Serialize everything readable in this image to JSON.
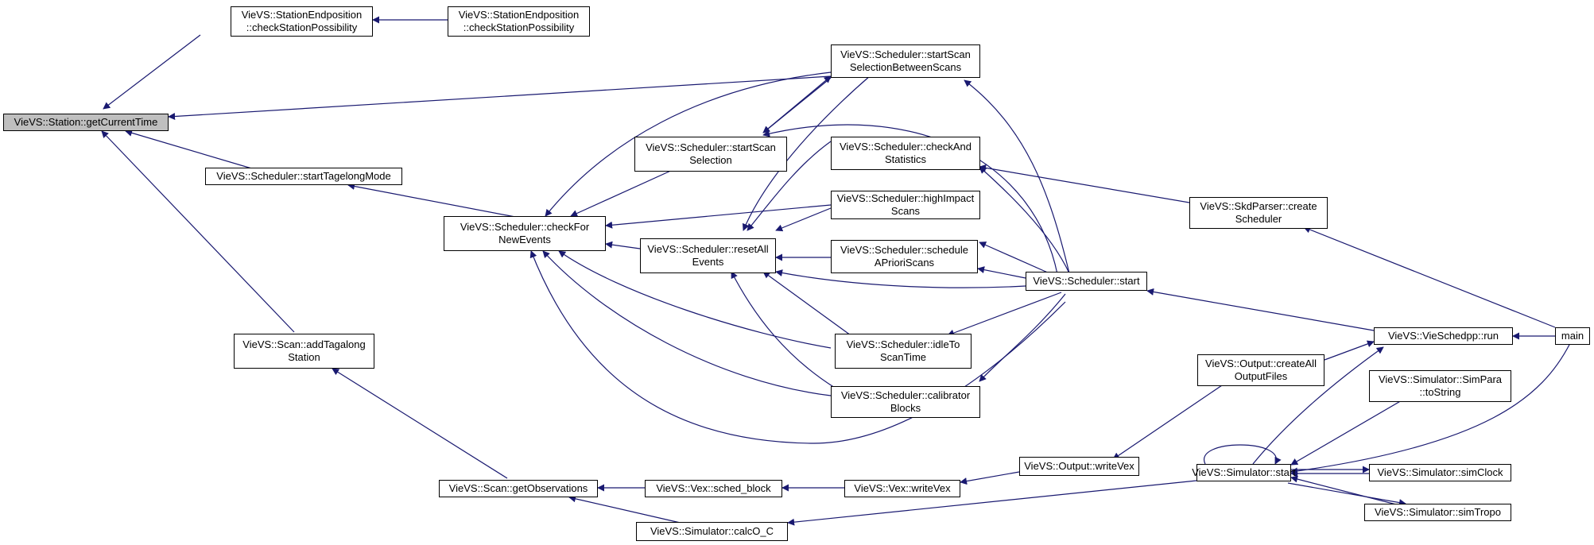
{
  "colors": {
    "edge": "#191970",
    "root_fill": "#bfbfbf",
    "node_fill": "#ffffff",
    "border": "#000000"
  },
  "nodes": [
    {
      "id": "getCurrentTime",
      "lines": [
        "VieVS::Station::getCurrentTime"
      ],
      "current": true
    },
    {
      "id": "sep1",
      "lines": [
        "VieVS::StationEndposition",
        "::checkStationPossibility"
      ]
    },
    {
      "id": "sep2",
      "lines": [
        "VieVS::StationEndposition",
        "::checkStationPossibility"
      ]
    },
    {
      "id": "tagMode",
      "lines": [
        "VieVS::Scheduler::startTagelongMode"
      ]
    },
    {
      "id": "cfne",
      "lines": [
        "VieVS::Scheduler::checkFor",
        "NewEvents"
      ]
    },
    {
      "id": "sss",
      "lines": [
        "VieVS::Scheduler::startScan",
        "Selection"
      ]
    },
    {
      "id": "ssbs",
      "lines": [
        "VieVS::Scheduler::startScan",
        "SelectionBetweenScans"
      ]
    },
    {
      "id": "cas",
      "lines": [
        "VieVS::Scheduler::checkAnd",
        "Statistics"
      ]
    },
    {
      "id": "his",
      "lines": [
        "VieVS::Scheduler::highImpact",
        "Scans"
      ]
    },
    {
      "id": "rae",
      "lines": [
        "VieVS::Scheduler::resetAll",
        "Events"
      ]
    },
    {
      "id": "saps",
      "lines": [
        "VieVS::Scheduler::schedule",
        "APrioriScans"
      ]
    },
    {
      "id": "its",
      "lines": [
        "VieVS::Scheduler::idleTo",
        "ScanTime"
      ]
    },
    {
      "id": "cb",
      "lines": [
        "VieVS::Scheduler::calibrator",
        "Blocks"
      ]
    },
    {
      "id": "sstart",
      "lines": [
        "VieVS::Scheduler::start"
      ]
    },
    {
      "id": "skd",
      "lines": [
        "VieVS::SkdParser::create",
        "Scheduler"
      ]
    },
    {
      "id": "run",
      "lines": [
        "VieVS::VieSchedpp::run"
      ]
    },
    {
      "id": "main",
      "lines": [
        "main"
      ]
    },
    {
      "id": "ats",
      "lines": [
        "VieVS::Scan::addTagalong",
        "Station"
      ]
    },
    {
      "id": "gobs",
      "lines": [
        "VieVS::Scan::getObservations"
      ]
    },
    {
      "id": "schedblock",
      "lines": [
        "VieVS::Vex::sched_block"
      ]
    },
    {
      "id": "writeVex",
      "lines": [
        "VieVS::Vex::writeVex"
      ]
    },
    {
      "id": "owv",
      "lines": [
        "VieVS::Output::writeVex"
      ]
    },
    {
      "id": "caof",
      "lines": [
        "VieVS::Output::createAll",
        "OutputFiles"
      ]
    },
    {
      "id": "simstart",
      "lines": [
        "VieVS::Simulator::start"
      ]
    },
    {
      "id": "calcoc",
      "lines": [
        "VieVS::Simulator::calcO_C"
      ]
    },
    {
      "id": "simpara",
      "lines": [
        "VieVS::Simulator::SimPara",
        "::toString"
      ]
    },
    {
      "id": "simclock",
      "lines": [
        "VieVS::Simulator::simClock"
      ]
    },
    {
      "id": "simtropo",
      "lines": [
        "VieVS::Simulator::simTropo"
      ]
    }
  ]
}
